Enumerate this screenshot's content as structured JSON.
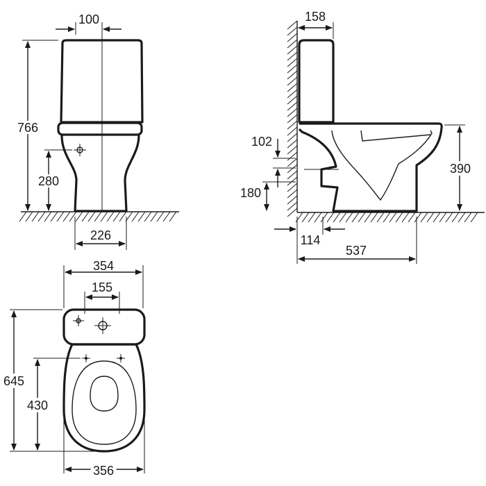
{
  "colors": {
    "ink": "#1a1a1a",
    "background": "#ffffff"
  },
  "views": {
    "front": {
      "width_top": "100",
      "overall_height": "766",
      "outlet_height": "280",
      "base_width": "226"
    },
    "side": {
      "tank_depth": "158",
      "inlet_height": "102",
      "outlet_center_height": "180",
      "rim_height": "390",
      "outlet_offset": "114",
      "overall_depth": "537"
    },
    "top": {
      "tank_width": "354",
      "hole_spacing": "155",
      "overall_length": "645",
      "bowl_length": "430",
      "bowl_width": "356"
    }
  }
}
